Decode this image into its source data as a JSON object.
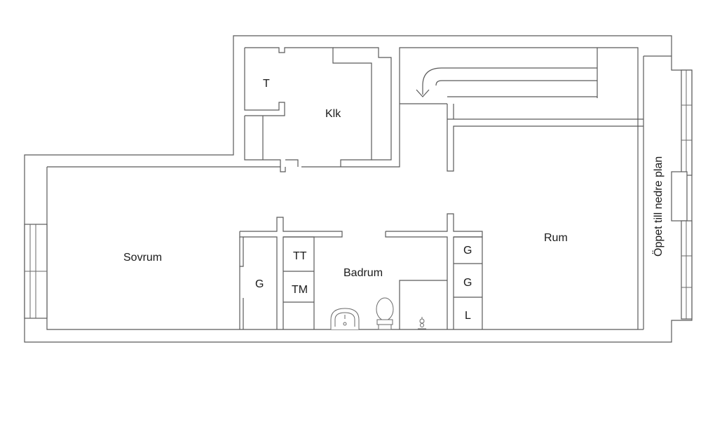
{
  "rooms": {
    "sovrum": "Sovrum",
    "kok": "Klk",
    "badrum": "Badrum",
    "rum": "Rum",
    "stair_note": "Öppet till nedre plan"
  },
  "cabinets": {
    "kitchen_t": "T",
    "sovrum_g": "G",
    "bath_tt": "TT",
    "bath_tm": "TM",
    "rum_g1": "G",
    "rum_g2": "G",
    "rum_l": "L"
  },
  "icons": [
    "stair-arrow-icon",
    "sink-icon",
    "toilet-icon",
    "floor-drain-icon"
  ]
}
